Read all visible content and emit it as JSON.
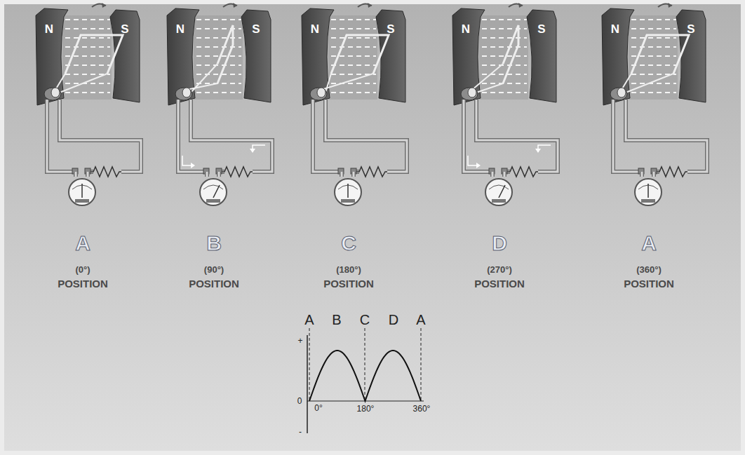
{
  "diagram": {
    "labels": [
      "N",
      "S",
      "A",
      "(0°)",
      "POSITION",
      "N",
      "S",
      "B",
      "(90°)",
      "POSITION",
      "N",
      "S",
      "C",
      "(180°)",
      "POSITION",
      "N",
      "S",
      "D",
      "(270°)",
      "POSITION",
      "N",
      "S",
      "A",
      "(360°)",
      "POSITION",
      "A",
      "B",
      "C",
      "D",
      "A",
      "+",
      "0",
      "0°",
      "180°",
      "360°",
      "-"
    ]
  }
}
